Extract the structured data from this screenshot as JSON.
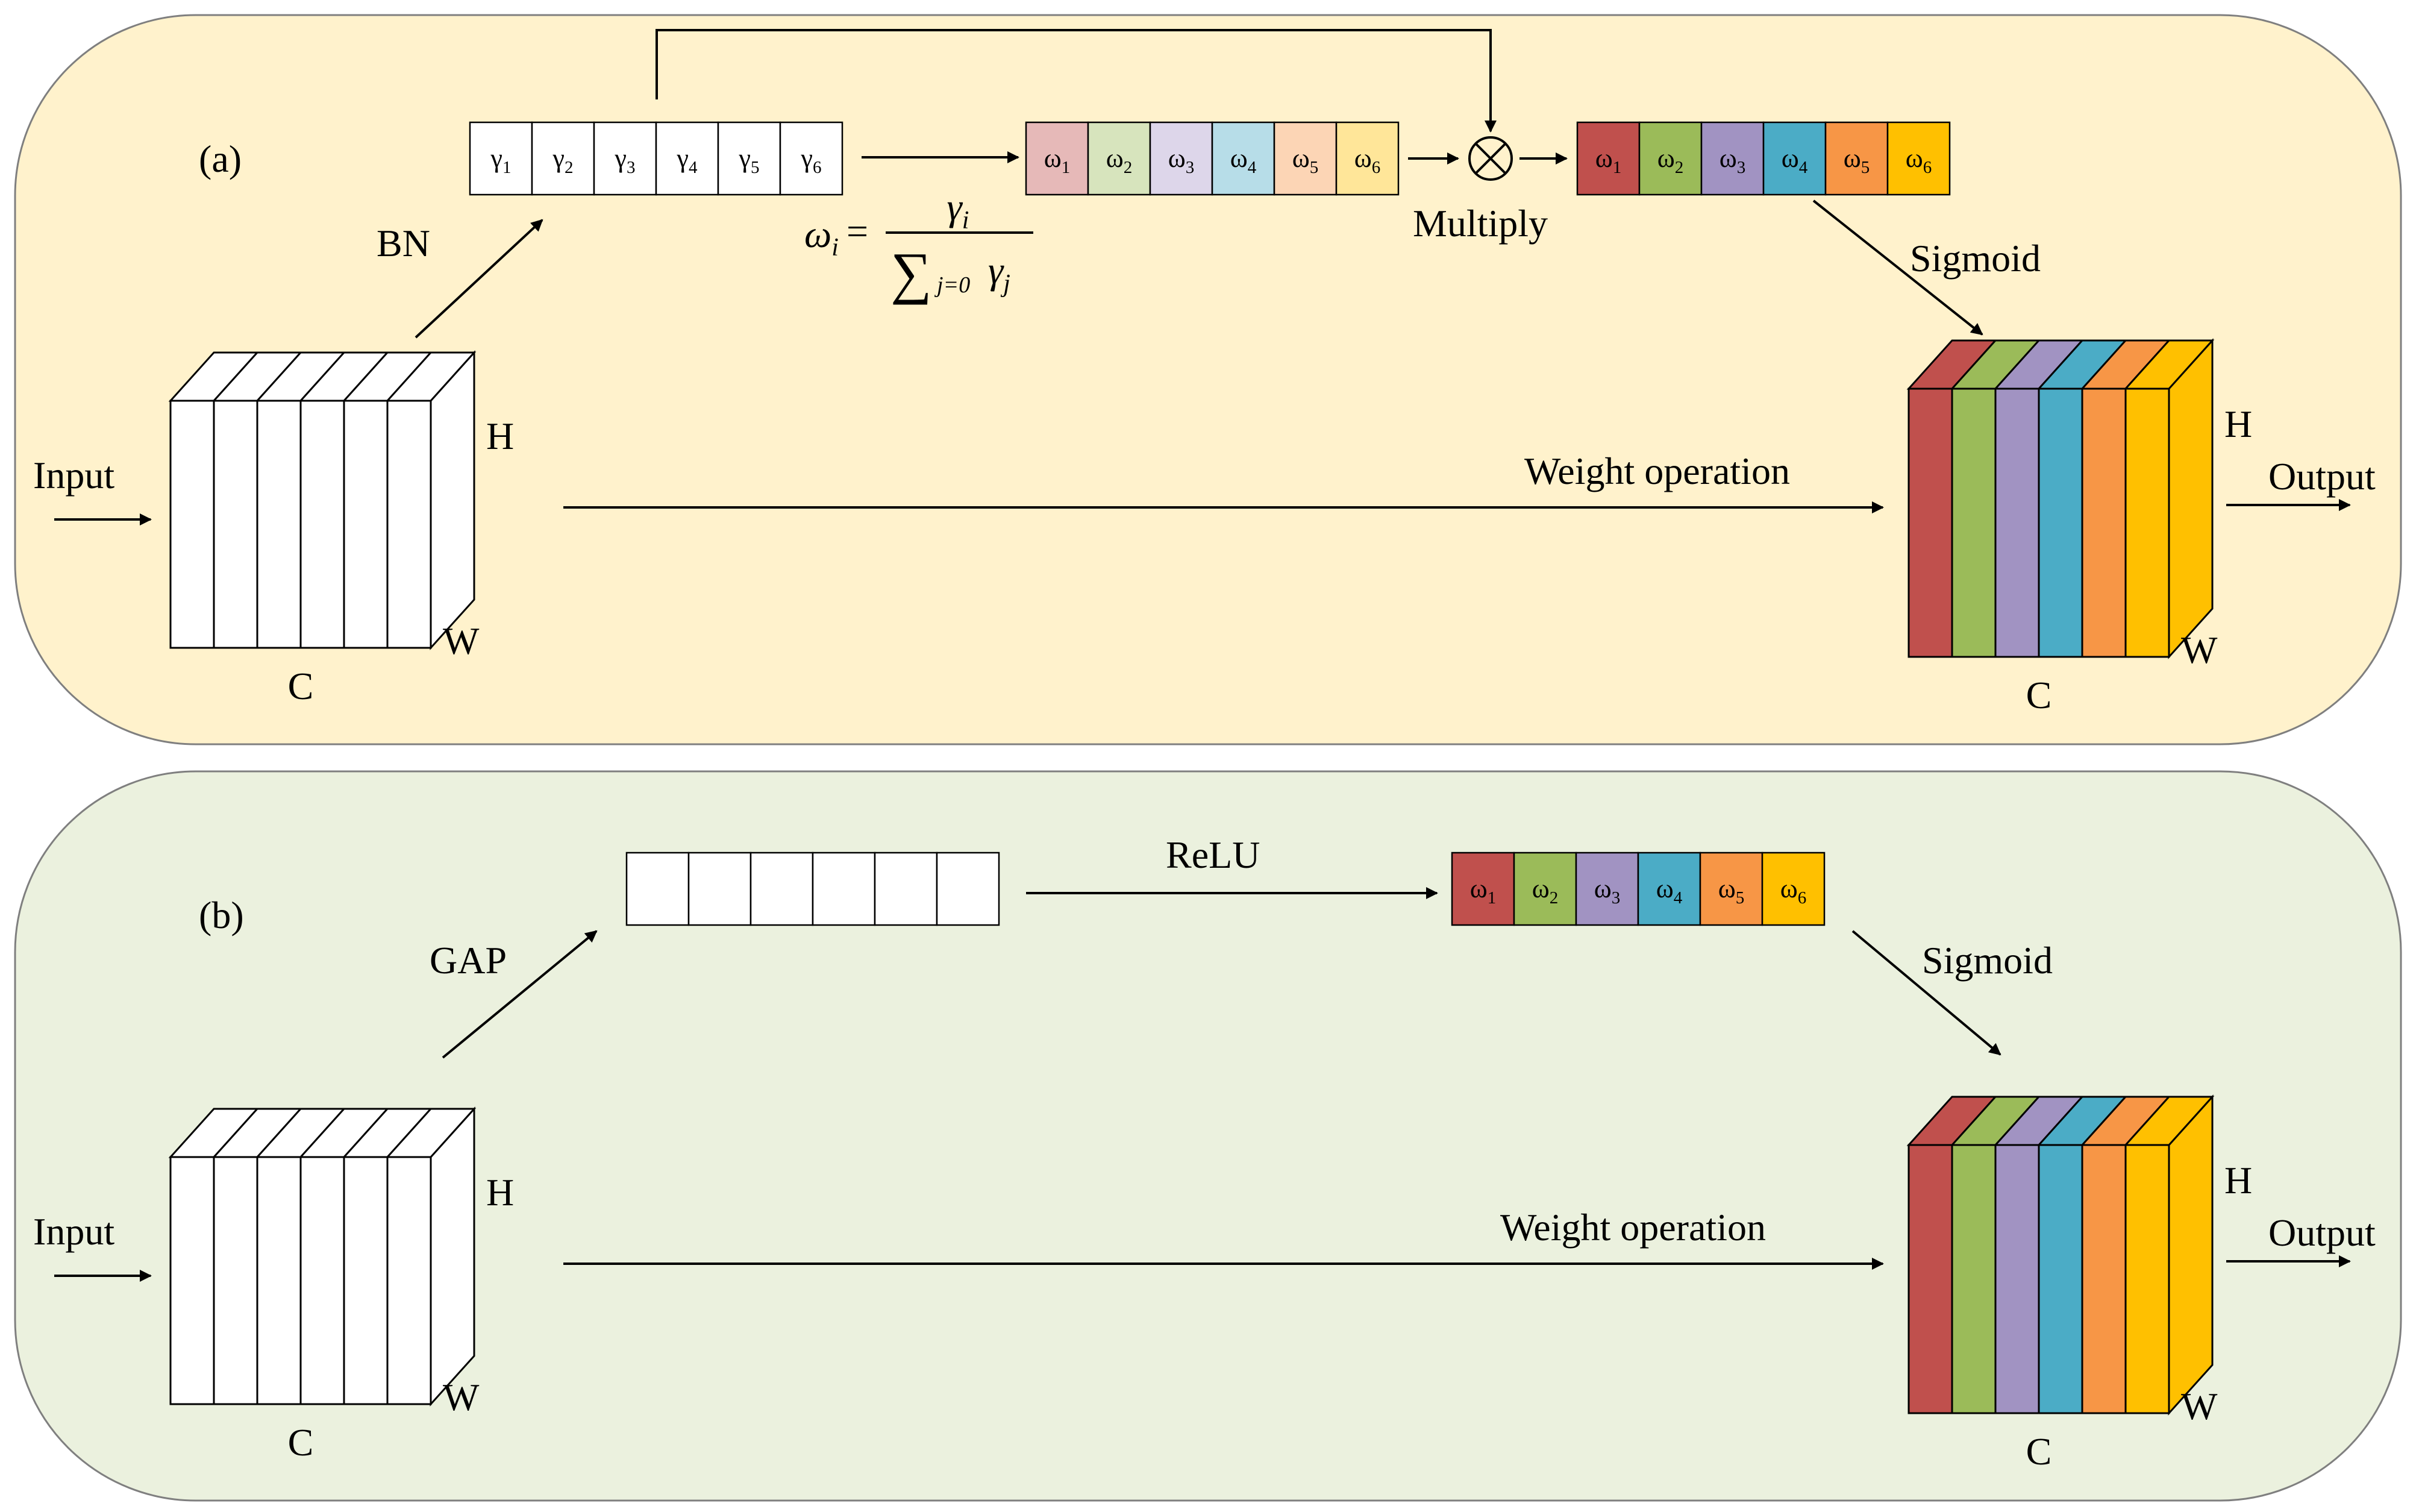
{
  "panels": {
    "a": {
      "tag": "(a)",
      "bg": "#fff2cc",
      "input_label": "Input",
      "output_label": "Output",
      "reduce_label": "BN",
      "gamma_cells": [
        {
          "sym": "γ",
          "sub": "1"
        },
        {
          "sym": "γ",
          "sub": "2"
        },
        {
          "sym": "γ",
          "sub": "3"
        },
        {
          "sym": "γ",
          "sub": "4"
        },
        {
          "sym": "γ",
          "sub": "5"
        },
        {
          "sym": "γ",
          "sub": "6"
        }
      ],
      "formula": {
        "lhs": "ω",
        "lhs_sub": "i",
        "eq": "=",
        "num": "γ",
        "num_sub": "i",
        "sum": "∑",
        "sum_sub": "j=0",
        "den": "γ",
        "den_sub": "j"
      },
      "light_cells": [
        {
          "sym": "ω",
          "sub": "1"
        },
        {
          "sym": "ω",
          "sub": "2"
        },
        {
          "sym": "ω",
          "sub": "3"
        },
        {
          "sym": "ω",
          "sub": "4"
        },
        {
          "sym": "ω",
          "sub": "5"
        },
        {
          "sym": "ω",
          "sub": "6"
        }
      ],
      "multiply_symbol": "⊗",
      "multiply_label": "Multiply",
      "weight_cells": [
        {
          "sym": "ω",
          "sub": "1"
        },
        {
          "sym": "ω",
          "sub": "2"
        },
        {
          "sym": "ω",
          "sub": "3"
        },
        {
          "sym": "ω",
          "sub": "4"
        },
        {
          "sym": "ω",
          "sub": "5"
        },
        {
          "sym": "ω",
          "sub": "6"
        }
      ],
      "sigmoid_label": "Sigmoid",
      "weight_op_label": "Weight operation",
      "in_block": {
        "h": "H",
        "w": "W",
        "c": "C"
      },
      "out_block": {
        "h": "H",
        "w": "W",
        "c": "C"
      }
    },
    "b": {
      "tag": "(b)",
      "bg": "#ebf1de",
      "input_label": "Input",
      "output_label": "Output",
      "reduce_label": "GAP",
      "relu_label": "ReLU",
      "weight_cells": [
        {
          "sym": "ω",
          "sub": "1"
        },
        {
          "sym": "ω",
          "sub": "2"
        },
        {
          "sym": "ω",
          "sub": "3"
        },
        {
          "sym": "ω",
          "sub": "4"
        },
        {
          "sym": "ω",
          "sub": "5"
        },
        {
          "sym": "ω",
          "sub": "6"
        }
      ],
      "sigmoid_label": "Sigmoid",
      "weight_op_label": "Weight operation",
      "in_block": {
        "h": "H",
        "w": "W",
        "c": "C"
      },
      "out_block": {
        "h": "H",
        "w": "W",
        "c": "C"
      }
    }
  },
  "colors": {
    "channel_strong": [
      "#c0504d",
      "#9bbb59",
      "#a193c2",
      "#4bacc6",
      "#f79646",
      "#ffc000"
    ],
    "channel_light": [
      "#e6b9b8",
      "#d7e4bd",
      "#ddd6ea",
      "#b7dde8",
      "#fcd5b5",
      "#ffe699"
    ],
    "panel_border": "#7f7f7f",
    "line": "#000000"
  }
}
